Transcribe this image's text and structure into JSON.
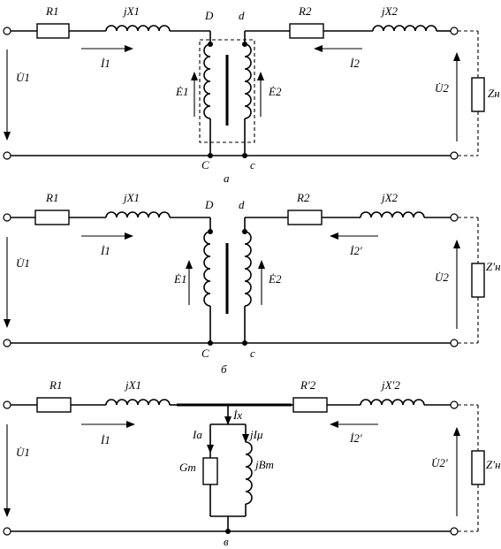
{
  "panels": [
    {
      "id": "a",
      "caption": "а",
      "labels": {
        "R1": "R1",
        "jX1": "jX1",
        "R2": "R2",
        "jX2": "jX2",
        "I1": "İ1",
        "I2": "İ2",
        "U1": "U̇1",
        "U2": "U̇2",
        "E1": "Ė1",
        "E2": "Ė2",
        "Z": "Zн",
        "D": "D",
        "d": "d",
        "C": "C",
        "c": "c"
      }
    },
    {
      "id": "b",
      "caption": "б",
      "labels": {
        "R1": "R1",
        "jX1": "jX1",
        "R2": "R2",
        "jX2": "jX2",
        "I1": "İ1",
        "I2": "İ2′",
        "U1": "U̇1",
        "U2": "U̇2",
        "E1": "Ė1",
        "E2": "Ė2",
        "Z": "Z′н",
        "D": "D",
        "d": "d",
        "C": "C",
        "c": "c"
      }
    },
    {
      "id": "v",
      "caption": "в",
      "labels": {
        "R1": "R1",
        "jX1": "jX1",
        "R2": "R′2",
        "jX2": "jX′2",
        "I1": "İ1",
        "I2": "İ2′",
        "U1": "U̇1",
        "U2": "U̇2′",
        "Ix": "İx",
        "Ia": "Iа",
        "Imu": "jIμ",
        "G": "Gт",
        "B": "jBт",
        "Z": "Z′н"
      }
    }
  ]
}
